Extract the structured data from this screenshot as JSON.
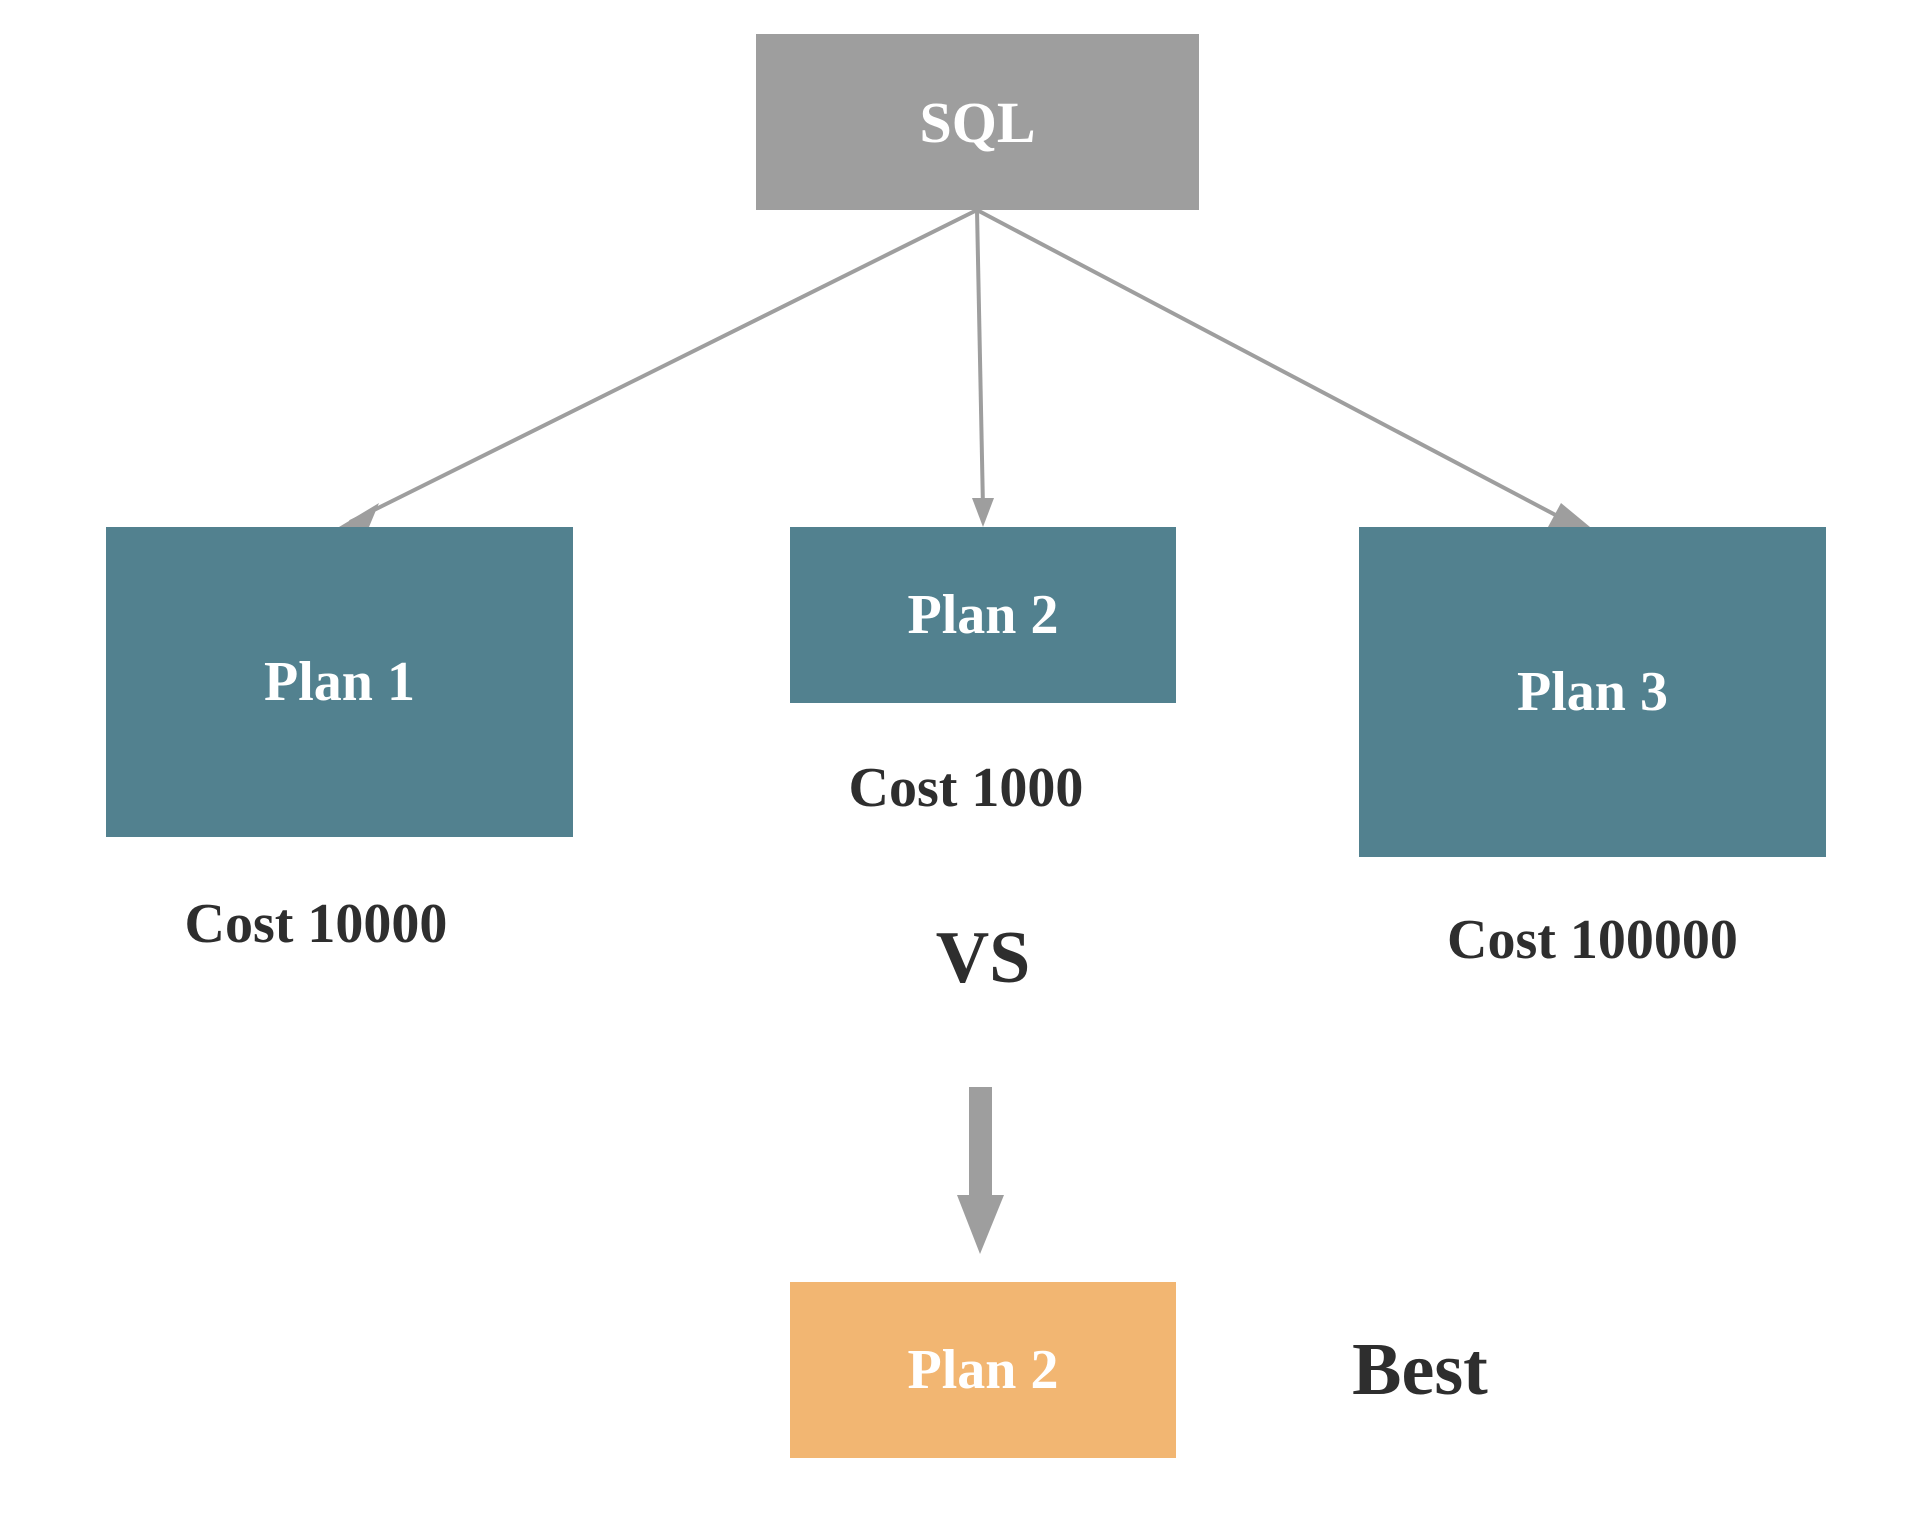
{
  "nodes": {
    "sql": "SQL",
    "plan1": "Plan 1",
    "plan2": "Plan 2",
    "plan3": "Plan 3",
    "result": "Plan 2"
  },
  "costs": {
    "plan1": "Cost 10000",
    "plan2": "Cost 1000",
    "plan3": "Cost 100000"
  },
  "comparison_label": "VS",
  "result_label": "Best",
  "colors": {
    "sql_node": "#9e9e9e",
    "plan_node": "#52818f",
    "best_node": "#f2b672",
    "connector": "#9e9e9e",
    "text_dark": "#2e2e2e",
    "text_light": "#ffffff"
  }
}
